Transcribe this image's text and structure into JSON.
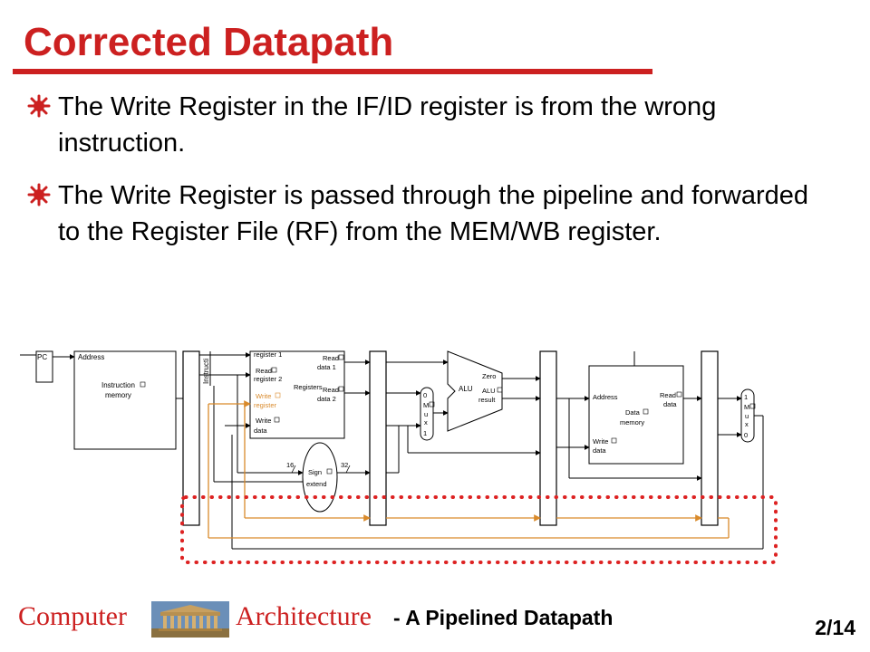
{
  "slide": {
    "title": "Corrected Datapath",
    "bullets": [
      "The Write Register in the IF/ID register is from the wrong instruction.",
      "The Write Register is passed through the pipeline and forwarded to the Register File (RF) from the MEM/WB register."
    ]
  },
  "diagram": {
    "pc": "PC",
    "instruction_memory": {
      "address": "Address",
      "line1": "Instruction",
      "line2": "memory"
    },
    "instruction_label": "Instructi",
    "register_file": {
      "read_register_1": "register 1",
      "read_register_2_a": "Read",
      "read_register_2_b": "register 2",
      "write_register_a": "Write",
      "write_register_b": "register",
      "write_data_a": "Write",
      "write_data_b": "data",
      "registers": "Registers",
      "read_data_1_a": "Read",
      "read_data_1_b": "data 1",
      "read_data_2_a": "Read",
      "read_data_2_b": "data 2"
    },
    "sign_extend": {
      "in_width": "16",
      "out_width": "32",
      "line1": "Sign",
      "line2": "extend"
    },
    "alu_mux": {
      "top": "0",
      "m": "M",
      "u": "u",
      "x": "x",
      "bottom": "1"
    },
    "alu": {
      "label": "ALU",
      "zero": "Zero",
      "result_a": "ALU",
      "result_b": "result"
    },
    "data_memory": {
      "address": "Address",
      "read_data_a": "Read",
      "read_data_b": "data",
      "line1": "Data",
      "line2": "memory",
      "write_data_a": "Write",
      "write_data_b": "data"
    },
    "wb_mux": {
      "top": "1",
      "m": "M",
      "u": "u",
      "x": "x",
      "bottom": "0"
    },
    "colors": {
      "highlight_wire": "#d98a2b",
      "dotted_box": "#dd2222",
      "accent": "#cc2020"
    }
  },
  "footer": {
    "left": "Computer",
    "right": "Architecture",
    "subtitle": "- A Pipelined Datapath",
    "page": "2/14"
  }
}
